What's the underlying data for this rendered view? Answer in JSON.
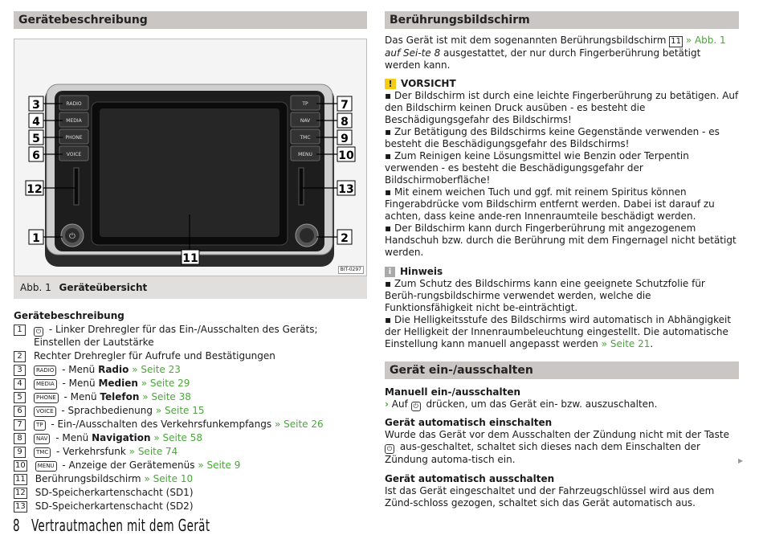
{
  "left": {
    "section_title": "Gerätebeschreibung",
    "figure": {
      "id": "BIT-0297",
      "callouts": [
        "1",
        "2",
        "3",
        "4",
        "5",
        "6",
        "7",
        "8",
        "9",
        "10",
        "11",
        "12",
        "13"
      ],
      "buttons_left": [
        "RADIO",
        "MEDIA",
        "PHONE",
        "VOICE"
      ],
      "buttons_right": [
        "TP",
        "NAV",
        "TMC",
        "MENU"
      ]
    },
    "caption_prefix": "Abb. 1",
    "caption_title": "Geräteübersicht",
    "legend_title": "Gerätebeschreibung",
    "legend": [
      {
        "n": "1",
        "key": "⏻",
        "key_type": "power",
        "text": " - Linker Drehregler für das Ein-/Ausschalten des Geräts; Einstellen der Lautstärke",
        "bold": "",
        "link": ""
      },
      {
        "n": "2",
        "key": "",
        "key_type": "",
        "text": "Rechter Drehregler für Aufrufe und Bestätigungen",
        "bold": "",
        "link": ""
      },
      {
        "n": "3",
        "key": "RADIO",
        "key_type": "btn",
        "text": " - Menü ",
        "bold": "Radio",
        "link": "» Seite 23"
      },
      {
        "n": "4",
        "key": "MEDIA",
        "key_type": "btn",
        "text": " - Menü ",
        "bold": "Medien",
        "link": "» Seite 29"
      },
      {
        "n": "5",
        "key": "PHONE",
        "key_type": "btn",
        "text": " - Menü ",
        "bold": "Telefon",
        "link": "» Seite 38"
      },
      {
        "n": "6",
        "key": "VOICE",
        "key_type": "btn",
        "text": " - Sprachbedienung ",
        "bold": "",
        "link": "» Seite 15"
      },
      {
        "n": "7",
        "key": "TP",
        "key_type": "btn",
        "text": " - Ein-/Ausschalten des Verkehrsfunkempfangs ",
        "bold": "",
        "link": "» Seite 26"
      },
      {
        "n": "8",
        "key": "NAV",
        "key_type": "btn",
        "text": " - Menü ",
        "bold": "Navigation",
        "link": "» Seite 58"
      },
      {
        "n": "9",
        "key": "TMC",
        "key_type": "btn",
        "text": " - Verkehrsfunk ",
        "bold": "",
        "link": "» Seite 74"
      },
      {
        "n": "10",
        "key": "MENU",
        "key_type": "btn",
        "text": " - Anzeige der Gerätemenüs ",
        "bold": "",
        "link": "» Seite 9"
      },
      {
        "n": "11",
        "key": "",
        "key_type": "",
        "text": "Berührungsbildschirm ",
        "bold": "",
        "link": "» Seite 10"
      },
      {
        "n": "12",
        "key": "",
        "key_type": "",
        "text": "SD-Speicherkartenschacht (SD1)",
        "bold": "",
        "link": ""
      },
      {
        "n": "13",
        "key": "",
        "key_type": "",
        "text": "SD-Speicherkartenschacht (SD2)",
        "bold": "",
        "link": ""
      }
    ]
  },
  "right": {
    "section1_title": "Berührungsbildschirm",
    "intro_a": "Das Gerät ist mit dem sogenannten Berührungsbildschirm ",
    "intro_num": "11",
    "intro_link": " » Abb. 1",
    "intro_italic": " auf Sei-te 8",
    "intro_b": " ausgestattet, der nur durch Fingerberührung betätigt werden kann.",
    "caution_title": "VORSICHT",
    "caution_items": [
      "▪ Der Bildschirm ist durch eine leichte Fingerberührung zu betätigen. Auf den Bildschirm keinen Druck ausüben - es besteht die Beschädigungsgefahr des Bildschirms!",
      "▪ Zur Betätigung des Bildschirms keine Gegenstände verwenden - es besteht die Beschädigungsgefahr des Bildschirms!",
      "▪ Zum Reinigen keine Lösungsmittel wie Benzin oder Terpentin verwenden - es besteht die Beschädigungsgefahr der Bildschirmoberfläche!",
      "▪ Mit einem weichen Tuch und ggf. mit reinem Spiritus können Fingerabdrücke vom Bildschirm entfernt werden. Dabei ist darauf zu achten, dass keine ande-ren Innenraumteile beschädigt werden.",
      "▪ Der Bildschirm kann durch Fingerberührung mit angezogenem Handschuh bzw. durch die Berührung mit dem Fingernagel nicht betätigt werden."
    ],
    "note_title": "Hinweis",
    "note_items": [
      "▪ Zum Schutz des Bildschirms kann eine geeignete Schutzfolie für Berüh-rungsbildschirme verwendet werden, welche die Funktionsfähigkeit nicht be-einträchtigt.",
      "▪ Die Helligkeitsstufe des Bildschirms wird automatisch in Abhängigkeit der Helligkeit der Innenraumbeleuchtung eingestellt. Die automatische Einstellung kann manuell angepasst werden "
    ],
    "note_link": "» Seite 21",
    "note_end": ".",
    "section2_title": "Gerät ein-/ausschalten",
    "manual_title": "Manuell ein-/ausschalten",
    "manual_a": " Auf ",
    "manual_b": " drücken, um das Gerät ein- bzw. auszuschalten.",
    "auto_on_title": "Gerät automatisch einschalten",
    "auto_on_a": "Wurde das Gerät vor dem Ausschalten der Zündung nicht mit der Taste ",
    "auto_on_b": " aus-geschaltet, schaltet sich dieses nach dem Einschalten der Zündung automa-tisch ein.",
    "auto_off_title": "Gerät automatisch ausschalten",
    "auto_off_text": "Ist das Gerät eingeschaltet und der Fahrzeugschlüssel wird aus dem Zünd-schloss gezogen, schaltet sich das Gerät automatisch aus."
  },
  "footer": {
    "page": "8",
    "title": "Vertrautmachen mit dem Gerät"
  }
}
